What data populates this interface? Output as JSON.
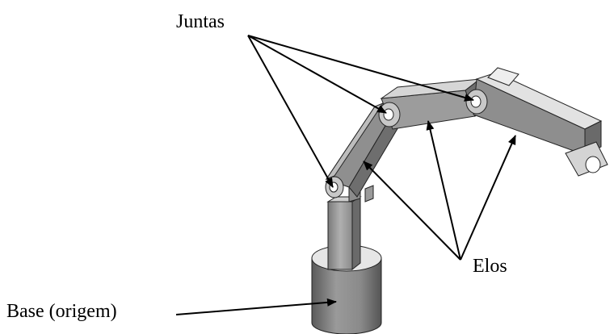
{
  "labels": {
    "joints": "Juntas",
    "links": "Elos",
    "base": "Base (origem)"
  },
  "colors": {
    "ink": "#000000",
    "metal_light": "#d9d9d9",
    "metal_mid": "#a8a8a8",
    "metal_dark": "#6e6e6e",
    "metal_shadow": "#4a4a4a"
  }
}
